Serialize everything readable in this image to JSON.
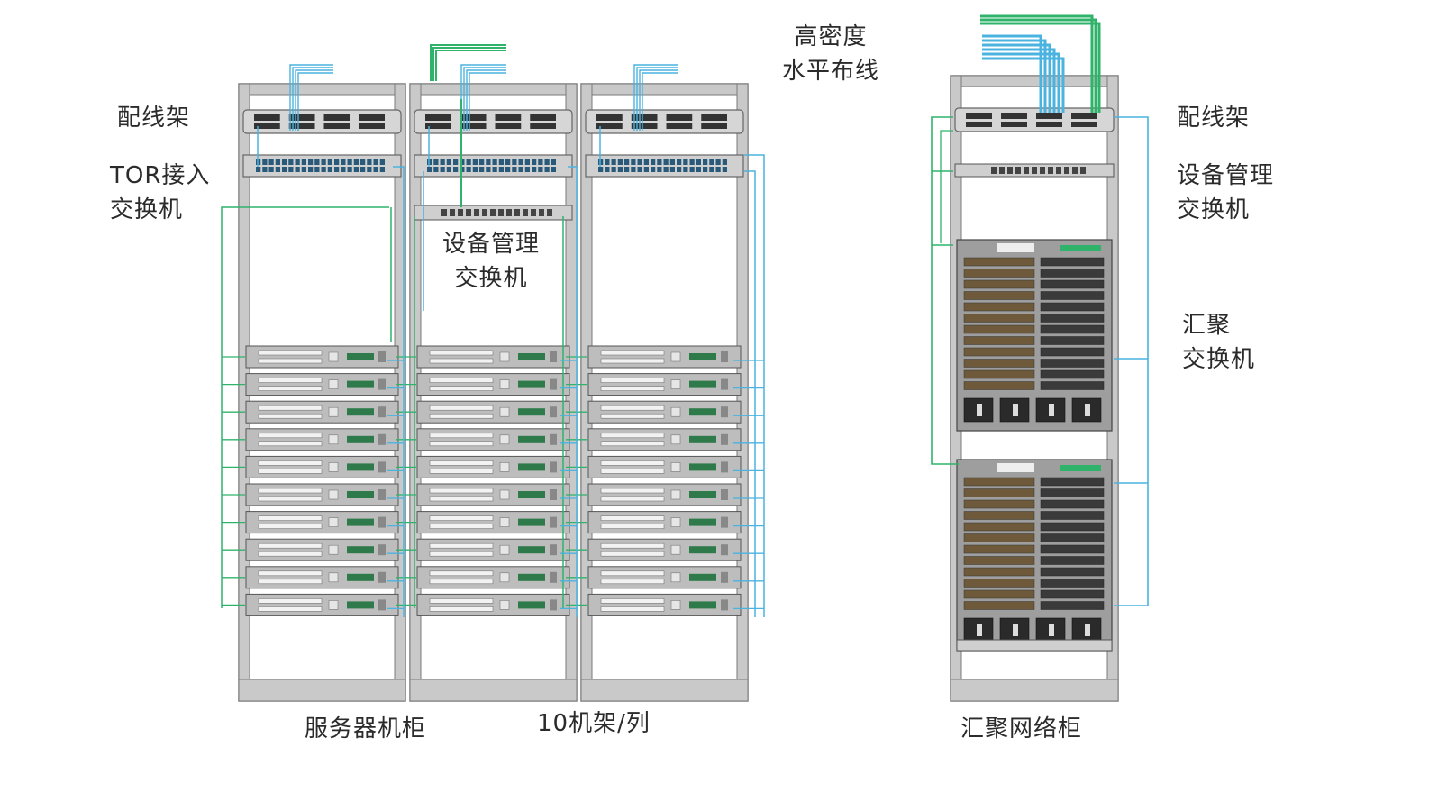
{
  "colors": {
    "green": "#2fb36b",
    "cyan": "#4ab3e0",
    "rack_frame": "#c9c9c9",
    "rack_edge": "#7a7a7a",
    "unit_fill": "#bdbdbd"
  },
  "labels": {
    "patch_panel_left": "配线架",
    "tor_switch": [
      "TOR接入",
      "交换机"
    ],
    "mgmt_switch_center": [
      "设备管理",
      "交换机"
    ],
    "high_density_cabling": [
      "高密度",
      "水平布线"
    ],
    "patch_panel_right": "配线架",
    "mgmt_switch_right": [
      "设备管理",
      "交换机"
    ],
    "aggregation_switch": [
      "汇聚",
      "交换机"
    ],
    "server_cabinet": "服务器机柜",
    "racks_per_row": "10机架/列",
    "aggregation_cabinet": "汇聚网络柜"
  },
  "server_racks": {
    "count": 3,
    "servers_per_rack": 10
  },
  "aggregation_rack": {
    "chassis_count": 2
  }
}
